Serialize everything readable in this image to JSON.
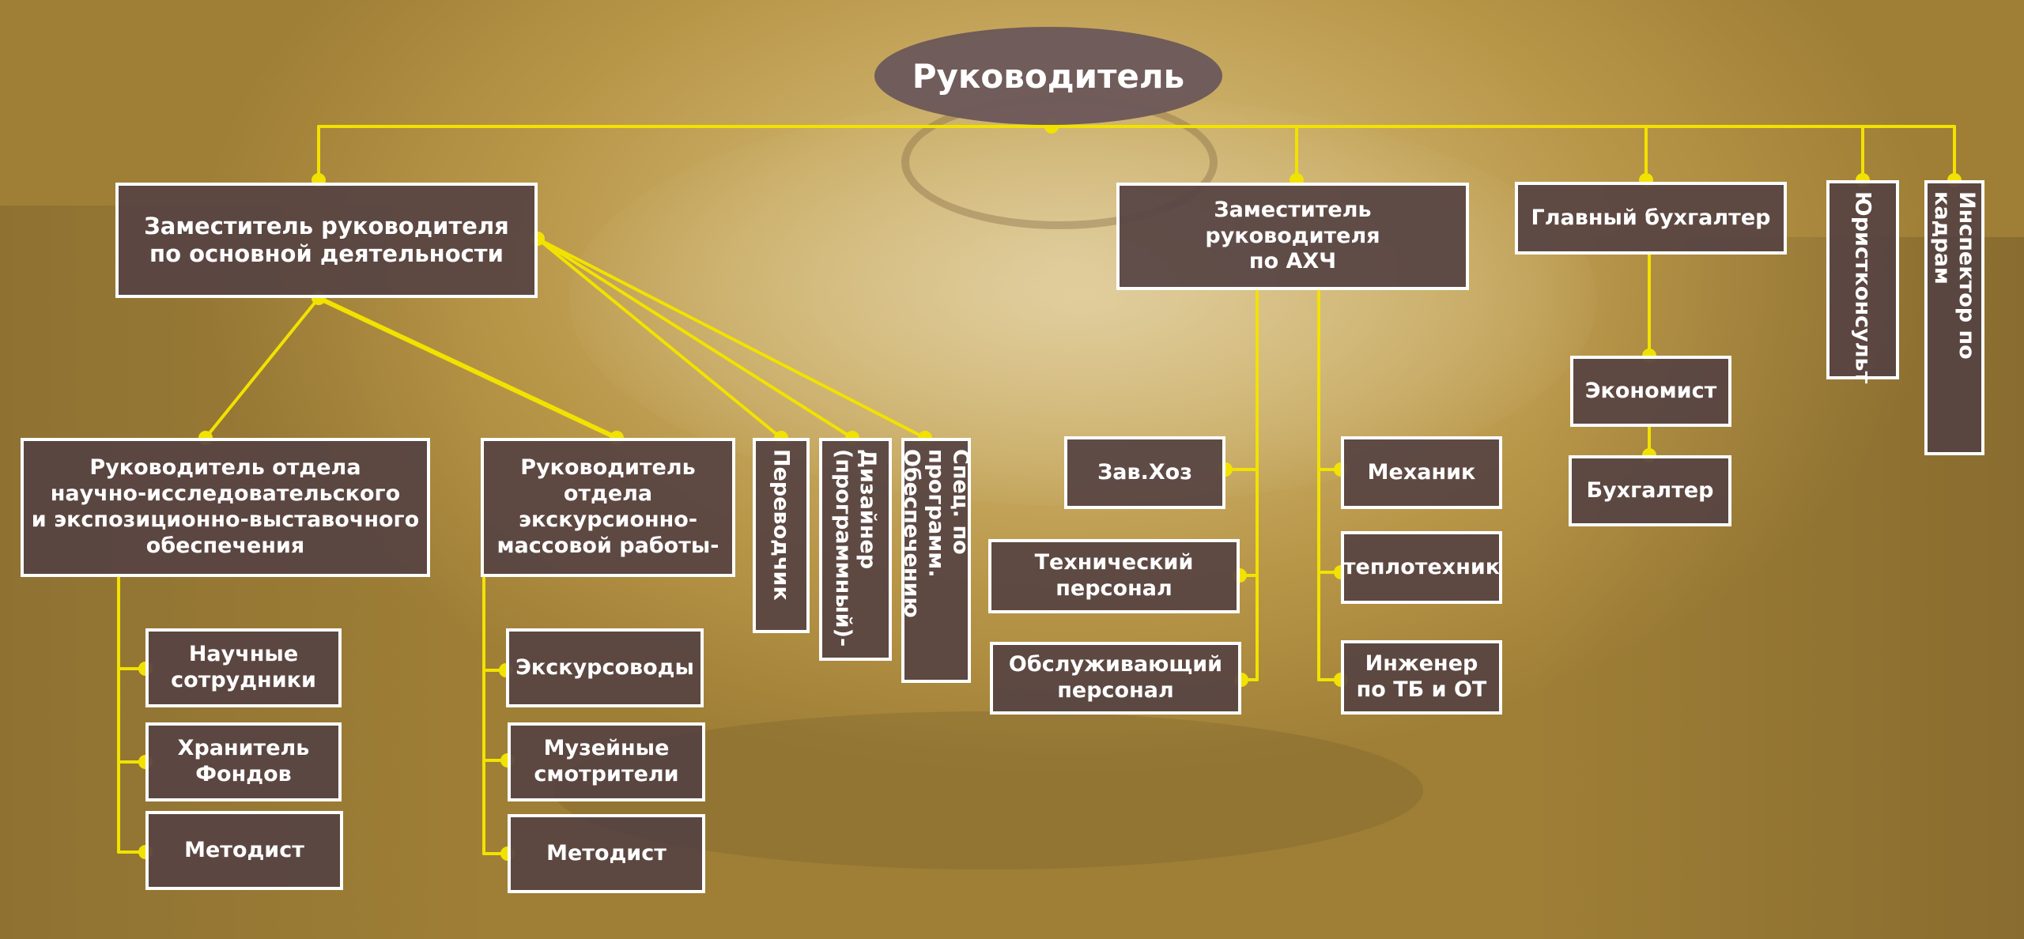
{
  "colors": {
    "connector": "#f2e200",
    "box_fill": "#574242",
    "box_border": "#ffffff",
    "text": "#ffffff"
  },
  "root": {
    "label": "Руководитель"
  },
  "deputy_main": {
    "label": "Заместитель руководителя\nпо основной деятельности",
    "departments": [
      {
        "label": "Руководитель отдела\nнаучно-исследовательского\nи экспозиционно-выставочного\nобеспечения",
        "staff": [
          "Научные\nсотрудники",
          "Хранитель\nФондов",
          "Методист"
        ]
      },
      {
        "label": "Руководитель\nотдела\nэкскурсионно-\nмассовой работы-",
        "staff": [
          "Экскурсоводы",
          "Музейные\nсмотрители",
          "Методист"
        ]
      }
    ],
    "specialists": [
      "Переводчик",
      "Дизайнер\n(программный)-",
      "Спец. по программ.\nОбеспечению"
    ]
  },
  "deputy_ahch": {
    "label": "Заместитель руководителя\nпо АХЧ",
    "left_staff": [
      "Зав.Хоз",
      "Технический\nперсонал",
      "Обслуживающий\nперсонал"
    ],
    "right_staff": [
      "Механик",
      "теплотехник",
      "Инженер\nпо ТБ и ОТ"
    ]
  },
  "chief_accountant": {
    "label": "Главный бухгалтер",
    "staff": [
      "Экономист",
      "Бухгалтер"
    ]
  },
  "legal": {
    "label": "Юристконсульт"
  },
  "hr": {
    "label": "Инспектор по кадрам"
  }
}
